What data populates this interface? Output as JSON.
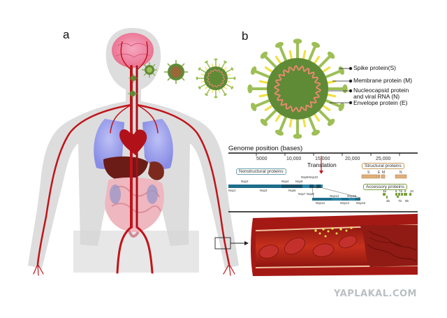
{
  "panels": {
    "a": "a",
    "b": "b"
  },
  "virus_legend": [
    {
      "label": "Spike protein(S)"
    },
    {
      "label": "Membrane protein (M)"
    },
    {
      "label": "Nucleocapsid protein\nand viral RNA (N)"
    },
    {
      "label": "Envelope protein (E)"
    }
  ],
  "genome": {
    "title": "Genome position (bases)",
    "ticks": [
      "5000",
      "10,000",
      "15,000",
      "20,000",
      "25,000"
    ],
    "translation": "Translation",
    "nonstructural": "Nonstructural proteins",
    "structural": "Structural proteins",
    "accessory": "Accessory proteins",
    "nsp_top": [
      "Nsp2",
      "Nsp4",
      "Nsp6",
      "Nsp8",
      "Nsp10",
      "Nsp11"
    ],
    "nsp_bottom_row1": [
      "Nsp1",
      "Nsp3",
      "Nsp5",
      "Nsp7",
      "Nsp9"
    ],
    "nsp_row2": [
      "Nsp12",
      "Nsp13",
      "Nsp14",
      "Nsp15",
      "Nsp16"
    ],
    "structural_letters": [
      "S",
      "E",
      "M",
      "N"
    ],
    "accessory_labels": [
      "3a",
      "3b",
      "6",
      "7a",
      "7b",
      "8",
      "9b",
      "10"
    ]
  },
  "watermark": "YAPLAKAL.COM",
  "colors": {
    "artery": "#c0141a",
    "lung": "#8b8ff0",
    "virus_body": "#5f8a36",
    "virus_light": "#9dbf56",
    "spike_tip": "#f0e040",
    "rna": "#e58a6e",
    "bar_blue": "#1f6e8c",
    "vessel_wall": "#a51915",
    "cell": "#c4302b"
  }
}
